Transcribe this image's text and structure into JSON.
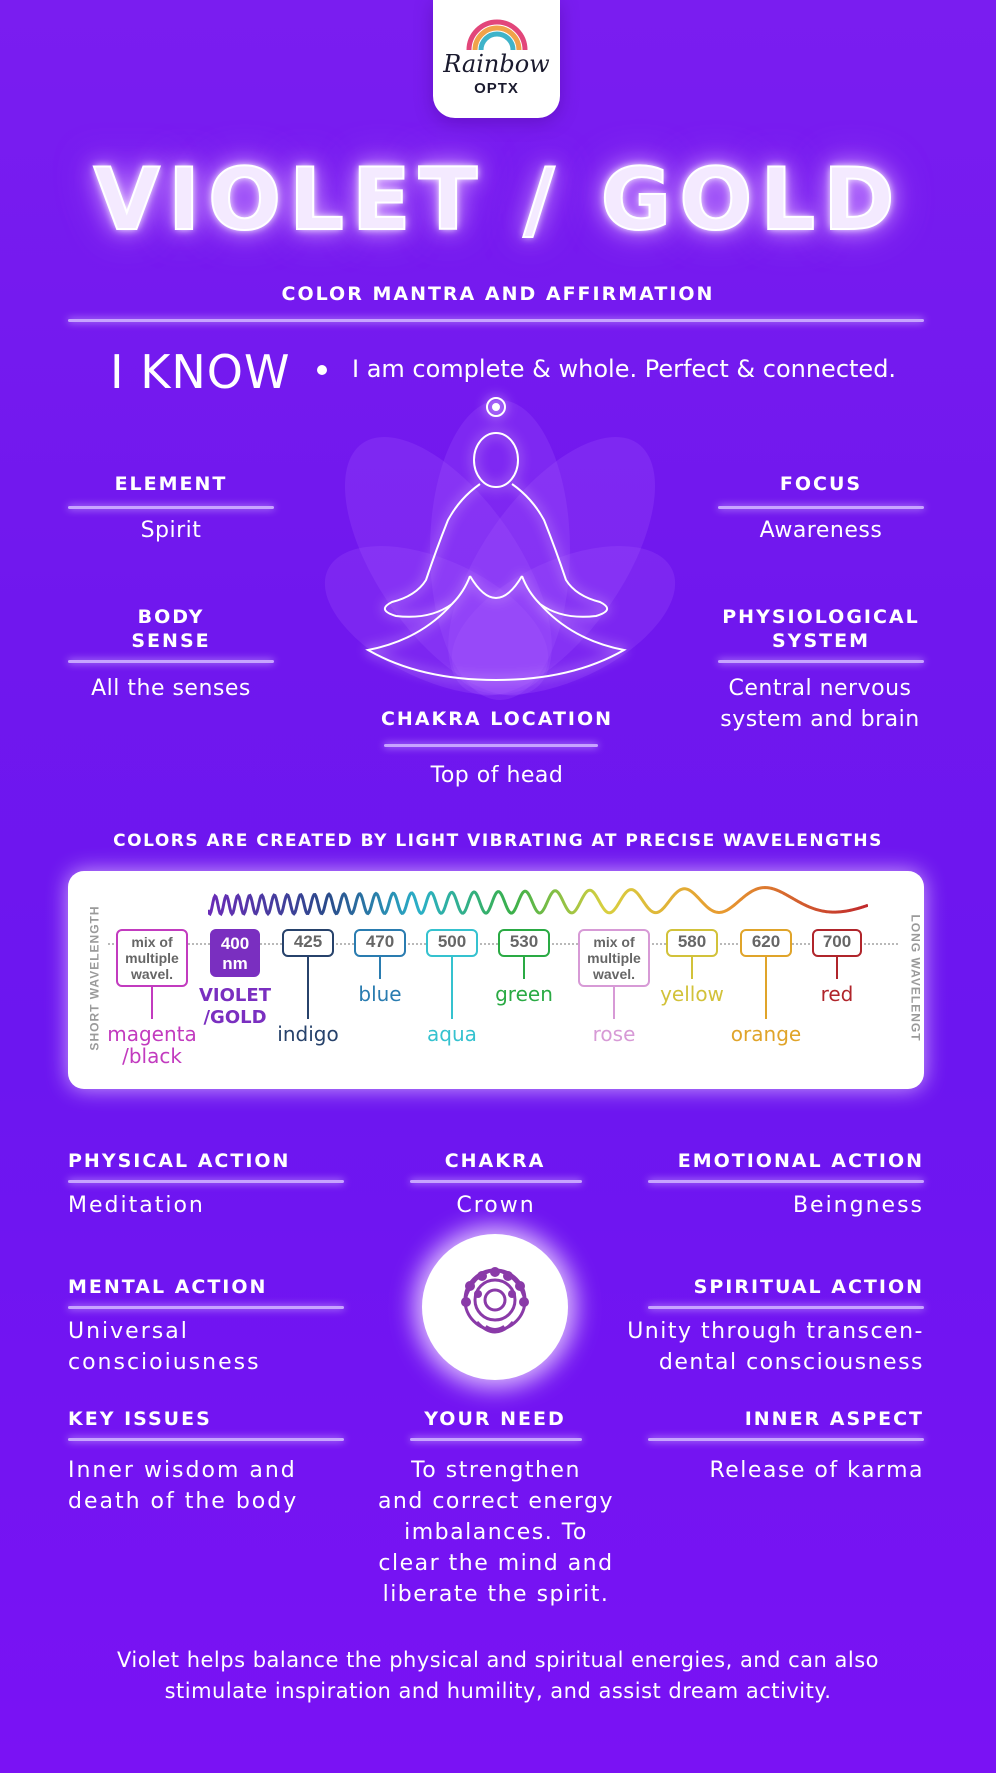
{
  "logo": {
    "script": "Rainbow",
    "brand": "OPTX"
  },
  "title": "VIOLET / GOLD",
  "mantra": {
    "heading": "COLOR MANTRA AND AFFIRMATION",
    "word": "I KNOW",
    "affirmation": "I am complete & whole. Perfect & connected."
  },
  "attributes": {
    "element": {
      "label": "ELEMENT",
      "value": "Spirit"
    },
    "focus": {
      "label": "FOCUS",
      "value": "Awareness"
    },
    "body_sense": {
      "label_line1": "BODY",
      "label_line2": "SENSE",
      "value": "All the senses"
    },
    "physiological": {
      "label_line1": "PHYSIOLOGICAL",
      "label_line2": "SYSTEM",
      "value_line1": "Central nervous",
      "value_line2": "system and brain"
    },
    "chakra_location": {
      "label": "CHAKRA LOCATION",
      "value": "Top of head"
    }
  },
  "spectrum": {
    "heading": "COLORS ARE CREATED BY LIGHT VIBRATING AT PRECISE WAVELENGTHS",
    "short_label": "SHORT WAVELENGTH",
    "long_label": "LONG WAVELENGT",
    "items": [
      {
        "box": [
          "mix of",
          "multiple",
          "wavel."
        ],
        "label": [
          "magenta",
          "/black"
        ],
        "color": "#c23bbf"
      },
      {
        "box": [
          "400",
          "nm"
        ],
        "label": [
          "VIOLET",
          "/GOLD"
        ],
        "color": "#7a2fc0"
      },
      {
        "box": [
          "425"
        ],
        "label": [
          "indigo"
        ],
        "color": "#27426b"
      },
      {
        "box": [
          "470"
        ],
        "label": [
          "blue"
        ],
        "color": "#2a7cb0"
      },
      {
        "box": [
          "500"
        ],
        "label": [
          "aqua"
        ],
        "color": "#35c2cf"
      },
      {
        "box": [
          "530"
        ],
        "label": [
          "green"
        ],
        "color": "#2aaa44"
      },
      {
        "box": [
          "mix of",
          "multiple",
          "wavel."
        ],
        "label": [
          "rose"
        ],
        "color": "#d79ad6"
      },
      {
        "box": [
          "580"
        ],
        "label": [
          "yellow"
        ],
        "color": "#d2c23a"
      },
      {
        "box": [
          "620"
        ],
        "label": [
          "orange"
        ],
        "color": "#e0a42a"
      },
      {
        "box": [
          "700"
        ],
        "label": [
          "red"
        ],
        "color": "#b0252b"
      }
    ]
  },
  "actions": {
    "physical": {
      "label": "PHYSICAL ACTION",
      "value": "Meditation"
    },
    "chakra": {
      "label": "CHAKRA",
      "value": "Crown"
    },
    "emotional": {
      "label": "EMOTIONAL ACTION",
      "value": "Beingness"
    },
    "mental": {
      "label": "MENTAL ACTION",
      "value_line1": "Universal",
      "value_line2": "conscioiusness"
    },
    "spiritual": {
      "label": "SPIRITUAL ACTION",
      "value_line1": "Unity through transcen-",
      "value_line2": "dental consciousness"
    },
    "key_issues": {
      "label": "KEY ISSUES",
      "value_line1": "Inner wisdom and",
      "value_line2": "death of the body"
    },
    "your_need": {
      "label": "YOUR NEED",
      "value_lines": [
        "To strengthen",
        "and correct energy",
        "imbalances. To",
        "clear the mind and",
        "liberate the spirit."
      ]
    },
    "inner_aspect": {
      "label": "INNER ASPECT",
      "value": "Release of karma"
    }
  },
  "footer": {
    "line1": "Violet helps balance the physical and spiritual energies, and can also",
    "line2": "stimulate inspiration and humility, and assist dream activity."
  },
  "colors": {
    "background": "#7017ee",
    "rule": "#c7a4ff",
    "violet_box": "#7a2fc0"
  }
}
